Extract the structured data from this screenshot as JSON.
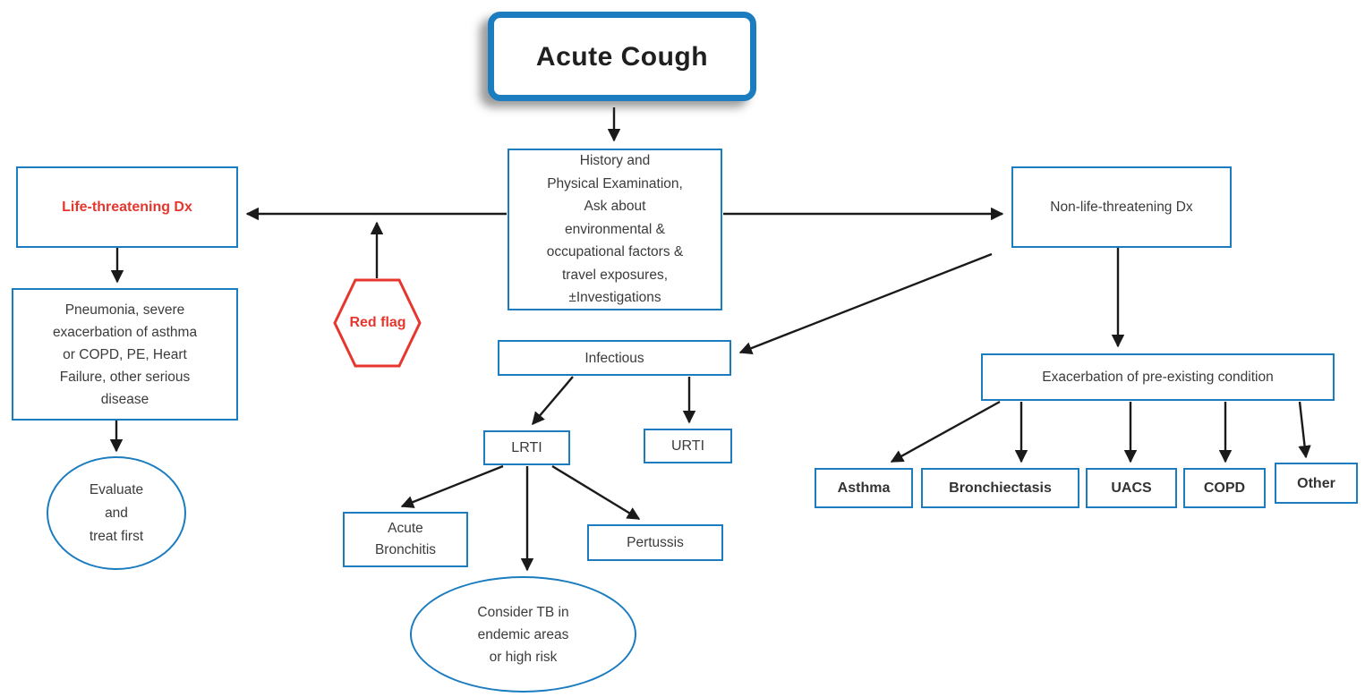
{
  "title": "Acute Cough flowchart",
  "colors": {
    "box_border": "#1b7cc0",
    "red": "#e5372e",
    "arrow": "#1a1a1a",
    "text": "#3b3b3b"
  },
  "nodes": {
    "acute_cough": {
      "label": "Acute Cough"
    },
    "history": {
      "label": "History and\nPhysical Examination,\nAsk about\nenvironmental &\noccupational factors &\ntravel exposures,\n±Investigations"
    },
    "life_threatening": {
      "label": "Life-threatening Dx"
    },
    "non_life_threatening": {
      "label": "Non-life-threatening Dx"
    },
    "red_flag": {
      "label": "Red\nflag"
    },
    "pneumonia": {
      "label": "Pneumonia, severe\nexacerbation of asthma\nor COPD, PE, Heart\nFailure, other serious\ndisease"
    },
    "evaluate": {
      "label": "Evaluate\nand\ntreat first"
    },
    "infectious": {
      "label": "Infectious"
    },
    "lrti": {
      "label": "LRTI"
    },
    "urti": {
      "label": "URTI"
    },
    "acute_bronchitis": {
      "label": "Acute\nBronchitis"
    },
    "consider_tb": {
      "label": "Consider TB in\nendemic areas\nor high risk"
    },
    "pertussis": {
      "label": "Pertussis"
    },
    "exacerbation": {
      "label": "Exacerbation of pre-existing condition"
    },
    "asthma": {
      "label": "Asthma"
    },
    "bronchiectasis": {
      "label": "Bronchiectasis"
    },
    "uacs": {
      "label": "UACS"
    },
    "copd": {
      "label": "COPD"
    },
    "other": {
      "label": "Other"
    }
  },
  "edges": [
    {
      "from": "acute_cough",
      "to": "history"
    },
    {
      "from": "history",
      "to": "life_threatening"
    },
    {
      "from": "history",
      "to": "non_life_threatening"
    },
    {
      "from": "red_flag",
      "to": "life_threatening_pathway",
      "note": "red flag annotation on life-threatening branch"
    },
    {
      "from": "life_threatening",
      "to": "pneumonia"
    },
    {
      "from": "pneumonia",
      "to": "evaluate"
    },
    {
      "from": "non_life_threatening",
      "to": "exacerbation"
    },
    {
      "from": "non_life_threatening",
      "to": "infectious"
    },
    {
      "from": "infectious",
      "to": "lrti"
    },
    {
      "from": "infectious",
      "to": "urti"
    },
    {
      "from": "lrti",
      "to": "acute_bronchitis"
    },
    {
      "from": "lrti",
      "to": "consider_tb"
    },
    {
      "from": "lrti",
      "to": "pertussis"
    },
    {
      "from": "exacerbation",
      "to": "asthma"
    },
    {
      "from": "exacerbation",
      "to": "bronchiectasis"
    },
    {
      "from": "exacerbation",
      "to": "uacs"
    },
    {
      "from": "exacerbation",
      "to": "copd"
    },
    {
      "from": "exacerbation",
      "to": "other"
    }
  ]
}
